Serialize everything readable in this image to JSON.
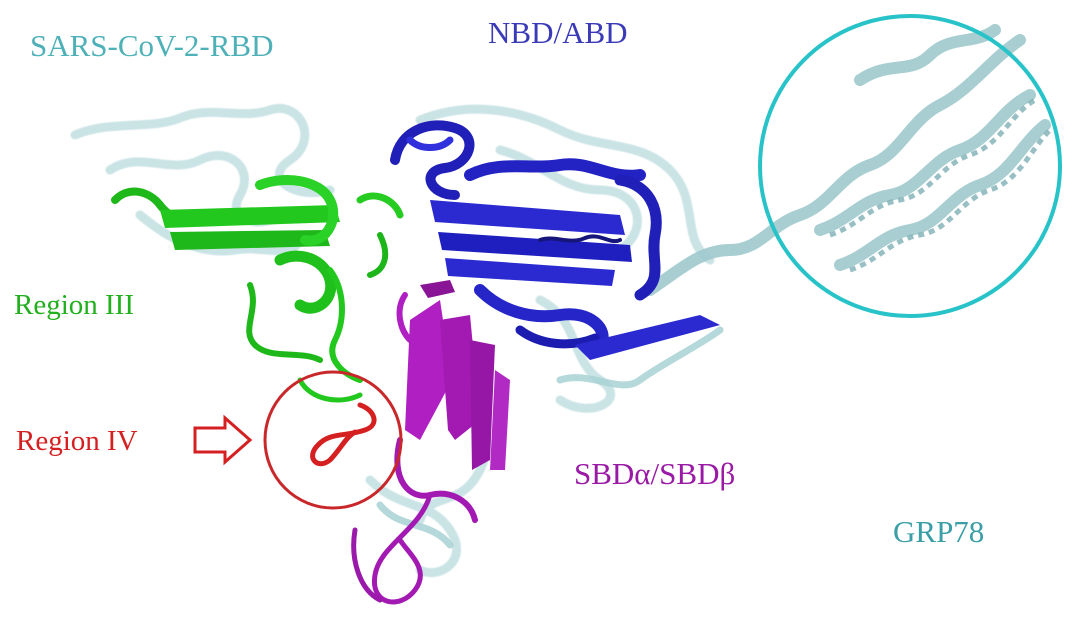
{
  "labels": {
    "sars_rbd": "SARS-CoV-2-RBD",
    "nbd_abd": "NBD/ABD",
    "region_iii": "Region III",
    "region_iv": "Region IV",
    "sbd": "SBDα/SBDβ",
    "grp78": "GRP78"
  },
  "colors": {
    "rbd_cyan": "#4fb1b8",
    "grp78_teal": "#3a9ea6",
    "nbd_blue": "#2a2ad0",
    "region_iii_green": "#22c81e",
    "region_iv_red": "#d42020",
    "sbd_purple": "#a21ab2",
    "circle_cyan": "#28c3c8",
    "circle_red": "#c8282a"
  },
  "icons": {
    "arrow": "right-arrow-icon"
  }
}
